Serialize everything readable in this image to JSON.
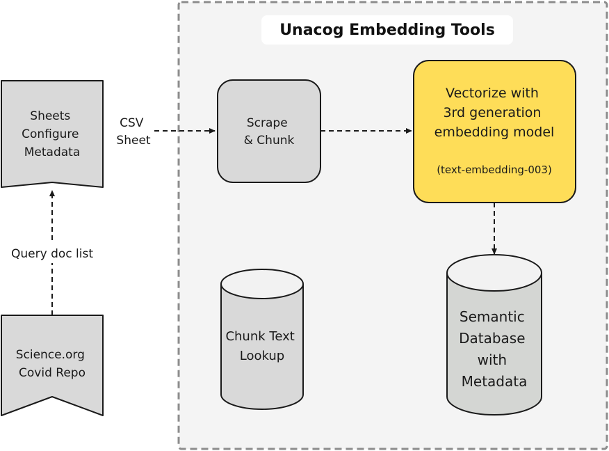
{
  "container": {
    "title": "Unacog Embedding Tools"
  },
  "nodes": {
    "sheets": {
      "lines": [
        "Sheets",
        "Configure",
        "Metadata"
      ]
    },
    "science": {
      "lines": [
        "Science.org",
        "Covid Repo"
      ]
    },
    "scrape": {
      "lines": [
        "Scrape",
        "& Chunk"
      ]
    },
    "vectorize": {
      "lines": [
        "Vectorize with",
        "3rd generation",
        "embedding model"
      ],
      "model": "(text-embedding-003)"
    },
    "chunk_lookup": {
      "lines": [
        "Chunk Text",
        "Lookup"
      ]
    },
    "semantic_db": {
      "lines": [
        "Semantic",
        "Database",
        "with",
        "Metadata"
      ]
    }
  },
  "edges": {
    "csv_sheet": {
      "lines": [
        "CSV",
        "Sheet"
      ]
    },
    "query_doc_list": {
      "label": "Query doc list"
    }
  },
  "colors": {
    "node_fill": "#d9d9d9",
    "container_fill": "#f4f4f4",
    "highlight_fill": "#fedd58",
    "db_fill": "#d4d6d3",
    "stroke": "#1a1a1a"
  }
}
